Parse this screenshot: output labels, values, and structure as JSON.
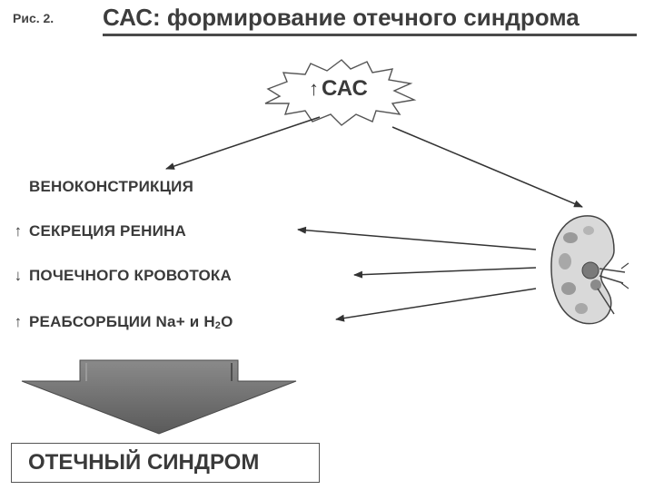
{
  "figure_label": "Рис. 2.",
  "title": "САС: формирование отечного синдрома",
  "trigger": {
    "direction": "↑",
    "label": "САС"
  },
  "effects": [
    {
      "direction": "",
      "label": "ВЕНОКОНСТРИКЦИЯ"
    },
    {
      "direction": "↑",
      "label": "СЕКРЕЦИЯ РЕНИНА"
    },
    {
      "direction": "↓",
      "label": "ПОЧЕЧНОГО КРОВОТОКА"
    },
    {
      "direction": "↑",
      "label_main": "РЕАБСОРБЦИИ Na+ и H",
      "label_sub": "2",
      "label_end": "O"
    }
  ],
  "result": "ОТЕЧНЫЙ СИНДРОМ",
  "icons": {
    "organ": "kidney-icon",
    "burst": "starburst-shape",
    "arrow": "down-block-arrow"
  },
  "colors": {
    "ink": "#3a3a3a",
    "arrow_fill": "#6e6e6e",
    "kidney_fill": "#d9d9d9"
  }
}
